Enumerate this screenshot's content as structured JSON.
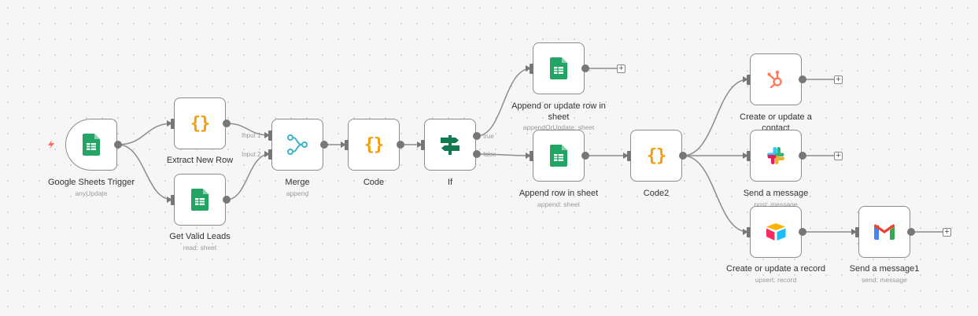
{
  "nodes": {
    "sheets_trigger": {
      "title": "Google Sheets Trigger",
      "subtitle": "anyUpdate",
      "icon": "google-sheets-icon"
    },
    "extract_new_row": {
      "title": "Extract New Row",
      "icon": "code-braces-icon"
    },
    "get_valid_leads": {
      "title": "Get Valid Leads",
      "subtitle": "read: sheet",
      "icon": "google-sheets-icon"
    },
    "merge": {
      "title": "Merge",
      "subtitle": "append",
      "icon": "merge-icon",
      "input1": "Input 1",
      "input2": "Input 2"
    },
    "code": {
      "title": "Code",
      "icon": "code-braces-icon"
    },
    "if": {
      "title": "If",
      "icon": "signpost-icon",
      "true_label": "true",
      "false_label": "false"
    },
    "append_update_row": {
      "title": "Append or update row in sheet",
      "subtitle": "appendOrUpdate: sheet",
      "icon": "google-sheets-icon"
    },
    "append_row": {
      "title": "Append row in sheet",
      "subtitle": "append: sheet",
      "icon": "google-sheets-icon"
    },
    "code2": {
      "title": "Code2",
      "icon": "code-braces-icon"
    },
    "hubspot": {
      "title": "Create or update a contact",
      "icon": "hubspot-icon"
    },
    "slack": {
      "title": "Send a message",
      "subtitle": "post: message",
      "icon": "slack-icon"
    },
    "airtable": {
      "title": "Create or update a record",
      "subtitle": "upsert: record",
      "icon": "airtable-icon"
    },
    "gmail": {
      "title": "Send a message1",
      "subtitle": "send: message",
      "icon": "gmail-icon"
    }
  },
  "colors": {
    "sheets_green": "#21a464",
    "code_orange": "#f59e0b",
    "merge_teal": "#3fb3c7",
    "if_green": "#0f7b4f",
    "hubspot_orange": "#ff7a59",
    "trigger_bolt": "#ff6d5a",
    "edge_gray": "#8c8c8c"
  },
  "add_button_symbol": "+",
  "code_symbol": "{}"
}
